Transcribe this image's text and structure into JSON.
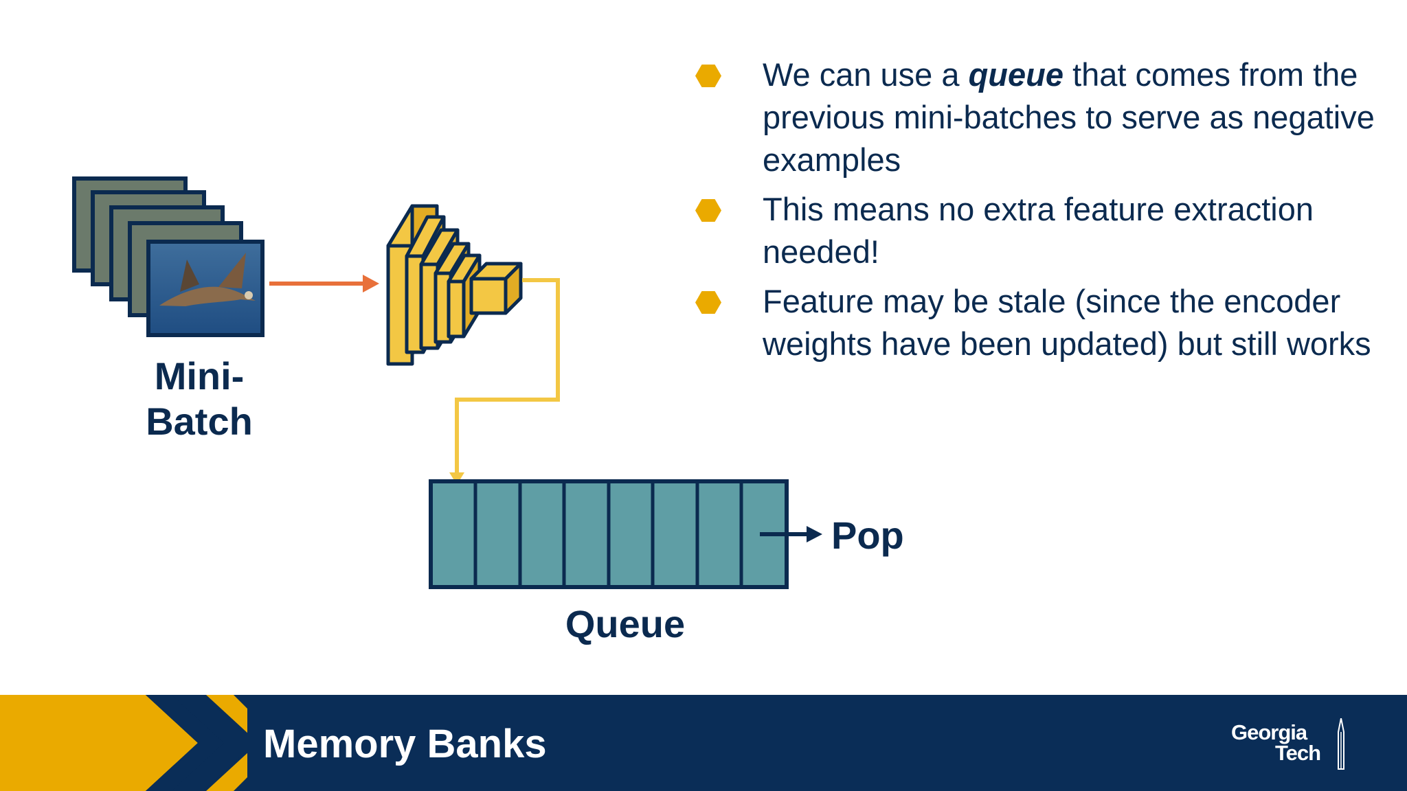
{
  "bullets": [
    {
      "before": "We can use a ",
      "emph": "queue",
      "after": " that comes from the previous mini-batches to serve as negative examples"
    },
    {
      "before": "This means no extra feature extraction needed!",
      "emph": "",
      "after": ""
    },
    {
      "before": "Feature may be stale (since the encoder weights have been updated) but still works",
      "emph": "",
      "after": ""
    }
  ],
  "diagram": {
    "minibatch_label_line1": "Mini-",
    "minibatch_label_line2": "Batch",
    "queue_label": "Queue",
    "pop_label": "Pop",
    "queue_slots": 8
  },
  "footer": {
    "title": "Memory Banks",
    "logo_line1": "Georgia",
    "logo_line2": "Tech"
  },
  "colors": {
    "navy": "#0b2a4f",
    "gold": "#eaaa00",
    "encoder_gold": "#f3c744",
    "queue_teal": "#5f9ea5",
    "arrow_orange": "#e8703a",
    "frame_gray": "#6b7a6b"
  }
}
